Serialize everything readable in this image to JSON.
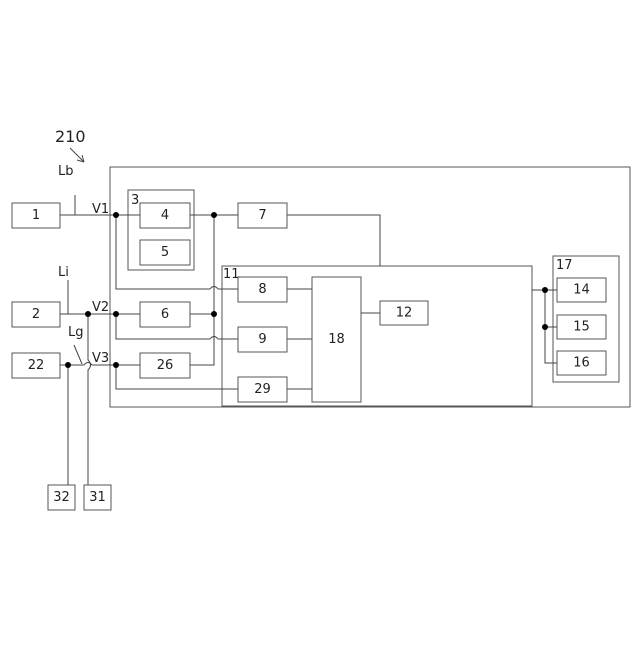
{
  "figure": {
    "reference_numeral": "210",
    "blocks": {
      "b1": "1",
      "b2": "2",
      "b22": "22",
      "b3": "3",
      "b4": "4",
      "b5": "5",
      "b6": "6",
      "b7": "7",
      "b8": "8",
      "b9": "9",
      "b11": "11",
      "b12": "12",
      "b14": "14",
      "b15": "15",
      "b16": "16",
      "b17": "17",
      "b18": "18",
      "b26": "26",
      "b29": "29",
      "b31": "31",
      "b32": "32"
    },
    "line_labels": {
      "lb": "Lb",
      "li": "Li",
      "lg": "Lg"
    },
    "node_labels": {
      "v1": "V1",
      "v2": "V2",
      "v3": "V3"
    }
  }
}
